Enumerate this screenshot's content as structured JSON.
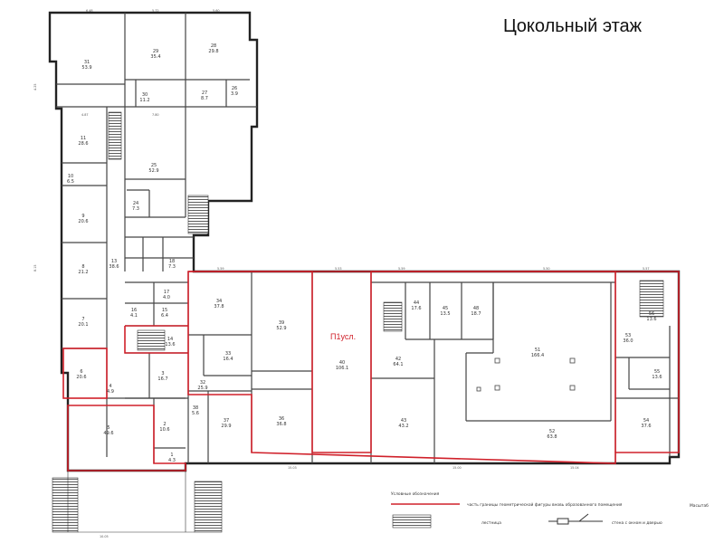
{
  "title": "Цокольный этаж",
  "area_label": "П1усл.",
  "rooms": [
    {
      "id": "room-31",
      "num": "31",
      "area": "53.9"
    },
    {
      "id": "room-29",
      "num": "29",
      "area": "35.4"
    },
    {
      "id": "room-28",
      "num": "28",
      "area": "29.8"
    },
    {
      "id": "room-30",
      "num": "30",
      "area": "11.2"
    },
    {
      "id": "room-27",
      "num": "27",
      "area": "8.7"
    },
    {
      "id": "room-26",
      "num": "26",
      "area": "3.9"
    },
    {
      "id": "room-11",
      "num": "11",
      "area": "28.6"
    },
    {
      "id": "room-25",
      "num": "25",
      "area": "52.9"
    },
    {
      "id": "room-10",
      "num": "10",
      "area": "6.5"
    },
    {
      "id": "room-24",
      "num": "24",
      "area": "7.3"
    },
    {
      "id": "room-9",
      "num": "9",
      "area": "20.6"
    },
    {
      "id": "room-8",
      "num": "8",
      "area": "21.2"
    },
    {
      "id": "room-13",
      "num": "13",
      "area": "38.6"
    },
    {
      "id": "room-18",
      "num": "18",
      "area": "7.3"
    },
    {
      "id": "room-17",
      "num": "17",
      "area": "4.0"
    },
    {
      "id": "room-16",
      "num": "16",
      "area": "4.1"
    },
    {
      "id": "room-15",
      "num": "15",
      "area": "6.4"
    },
    {
      "id": "room-7",
      "num": "7",
      "area": "20.1"
    },
    {
      "id": "room-14",
      "num": "14",
      "area": "13.6"
    },
    {
      "id": "room-6",
      "num": "6",
      "area": "20.6"
    },
    {
      "id": "room-4",
      "num": "4",
      "area": "4.9"
    },
    {
      "id": "room-3",
      "num": "3",
      "area": "16.7"
    },
    {
      "id": "room-5",
      "num": "5",
      "area": "49.6"
    },
    {
      "id": "room-2",
      "num": "2",
      "area": "10.6"
    },
    {
      "id": "room-1",
      "num": "1",
      "area": "4.3"
    },
    {
      "id": "room-34",
      "num": "34",
      "area": "37.8"
    },
    {
      "id": "room-39",
      "num": "39",
      "area": "52.9"
    },
    {
      "id": "room-33",
      "num": "33",
      "area": "16.4"
    },
    {
      "id": "room-32",
      "num": "32",
      "area": "25.9"
    },
    {
      "id": "room-38",
      "num": "38",
      "area": "5.6"
    },
    {
      "id": "room-37",
      "num": "37",
      "area": "29.9"
    },
    {
      "id": "room-36",
      "num": "36",
      "area": "36.8"
    },
    {
      "id": "room-40",
      "num": "40",
      "area": "106.1"
    },
    {
      "id": "room-44",
      "num": "44",
      "area": "17.6"
    },
    {
      "id": "room-45",
      "num": "45",
      "area": "13.5"
    },
    {
      "id": "room-48",
      "num": "48",
      "area": "18.7"
    },
    {
      "id": "room-42",
      "num": "42",
      "area": "64.1"
    },
    {
      "id": "room-43",
      "num": "43",
      "area": "43.2"
    },
    {
      "id": "room-51",
      "num": "51",
      "area": "166.4"
    },
    {
      "id": "room-52",
      "num": "52",
      "area": "63.8"
    },
    {
      "id": "room-53",
      "num": "53",
      "area": "36.0"
    },
    {
      "id": "room-55",
      "num": "55",
      "area": "13.6"
    },
    {
      "id": "room-54",
      "num": "54",
      "area": "37.6"
    },
    {
      "id": "room-56",
      "num": "56",
      "area": "13.6"
    }
  ],
  "legend": {
    "heading": "Условные обозначения",
    "red_line": "часть границы геометрической фигуры вновь образованного помещения",
    "stairs": "лестница",
    "wall": "стена с окном и дверью",
    "scale": "Масштаб"
  }
}
